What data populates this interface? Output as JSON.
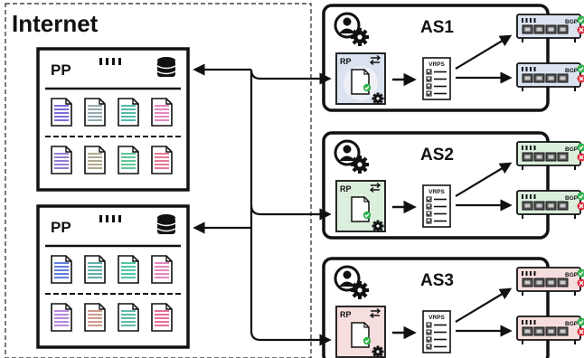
{
  "internet": {
    "label": "Internet"
  },
  "publication_points": [
    {
      "label": "PP",
      "row1_colors": [
        "#6f5bd8",
        "#8aa0a8",
        "#3fb3a0",
        "#e07ab8"
      ],
      "row2_colors": [
        "#8a6fd0",
        "#a89f84",
        "#4fbf8a",
        "#e26a8a"
      ]
    },
    {
      "label": "PP",
      "row1_colors": [
        "#4f6fd8",
        "#4fa8a0",
        "#3fbf9a",
        "#e07ab8"
      ],
      "row2_colors": [
        "#b07ad8",
        "#c89080",
        "#4fb3a0",
        "#e2608a"
      ]
    }
  ],
  "autonomous_systems": [
    {
      "label": "AS1",
      "tint": "#dbe3f0",
      "rp_label": "RP",
      "vrps_label": "VRPS",
      "router_label": "BGP"
    },
    {
      "label": "AS2",
      "tint": "#dcefdc",
      "rp_label": "RP",
      "vrps_label": "VRPS",
      "router_label": "BGP"
    },
    {
      "label": "AS3",
      "tint": "#f6dede",
      "rp_label": "RP",
      "vrps_label": "VRPS",
      "router_label": "BGP"
    }
  ],
  "colors": {
    "valid": "#2fb34a",
    "invalid": "#e0283a"
  }
}
